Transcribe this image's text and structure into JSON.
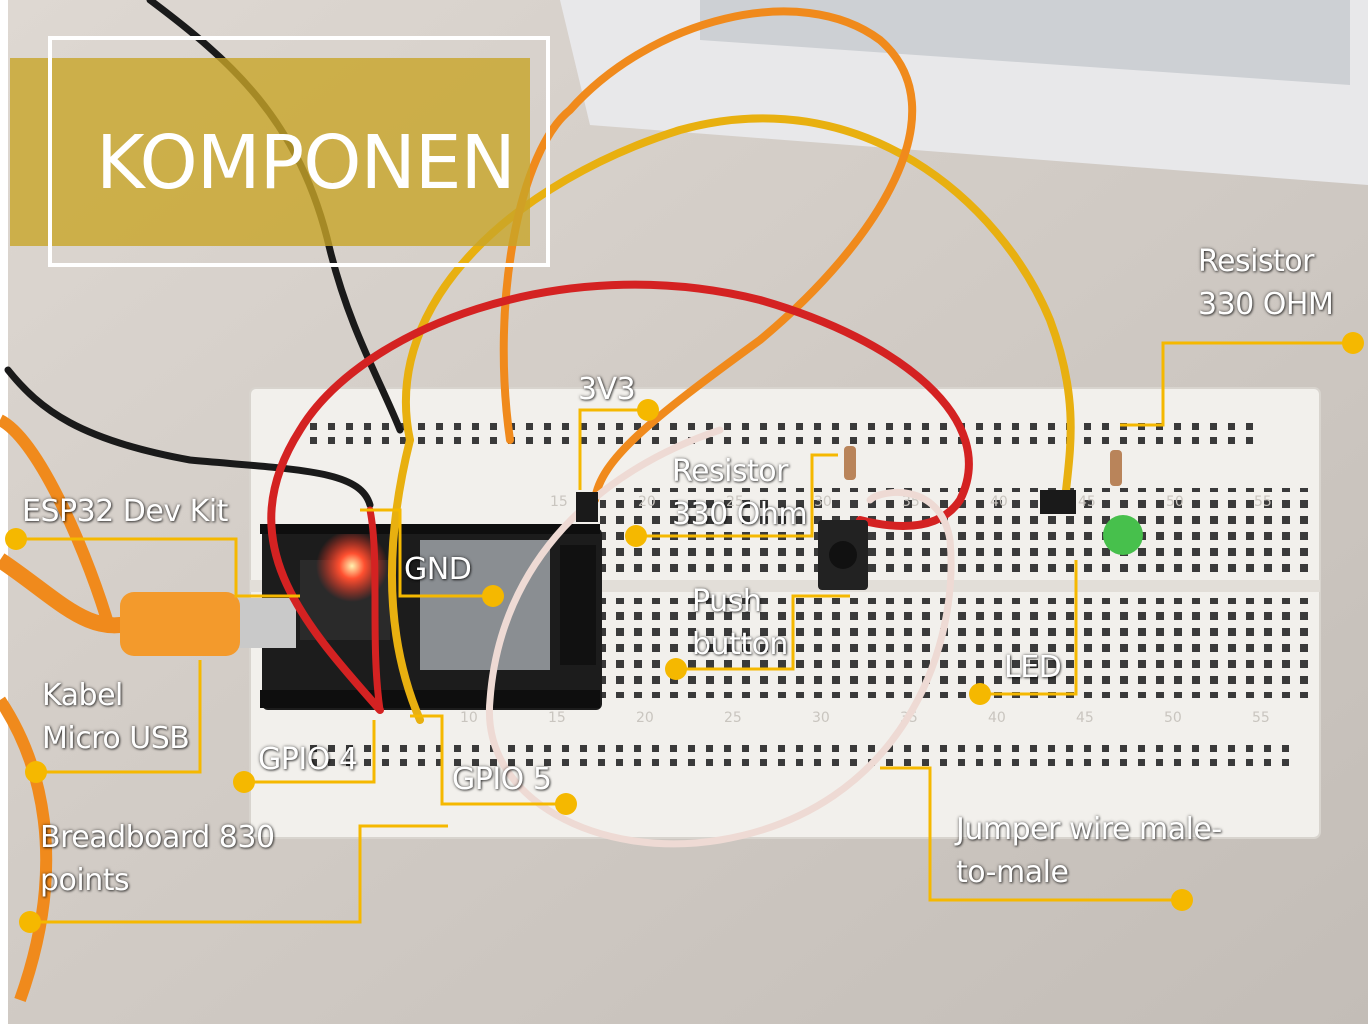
{
  "title": "KOMPONEN",
  "colors": {
    "accent": "#f5b800",
    "label_text": "#ffffff",
    "title_plate": "#c8a528",
    "wire_red": "#d42222",
    "wire_orange": "#f08a1c",
    "wire_yellow": "#e8b010",
    "wire_black": "#1a1a1a",
    "wire_white": "#eedad4",
    "breadboard": "#f2f0ec",
    "board_pcb": "#1c1c1c"
  },
  "labels": {
    "resistor_right": [
      "Resistor",
      "330 OHM"
    ],
    "v3v3": "3V3",
    "resistor_center": [
      "Resistor",
      "330 Ohm"
    ],
    "esp32": "ESP32 Dev Kit",
    "gnd": "GND",
    "push_button": [
      "Push",
      "button"
    ],
    "led": "LED",
    "kabel_usb": [
      "Kabel",
      "Micro USB"
    ],
    "gpio4": "GPIO 4",
    "gpio5": "GPIO 5",
    "breadboard": [
      "Breadboard 830",
      "points"
    ],
    "jumper": [
      "Jumper wire male-",
      "to-male"
    ]
  },
  "breadboard_numbers": [
    "15",
    "20",
    "25",
    "30",
    "35",
    "40",
    "45",
    "50",
    "55",
    "10",
    "15",
    "20",
    "25",
    "30",
    "35",
    "40",
    "45",
    "50",
    "55"
  ]
}
